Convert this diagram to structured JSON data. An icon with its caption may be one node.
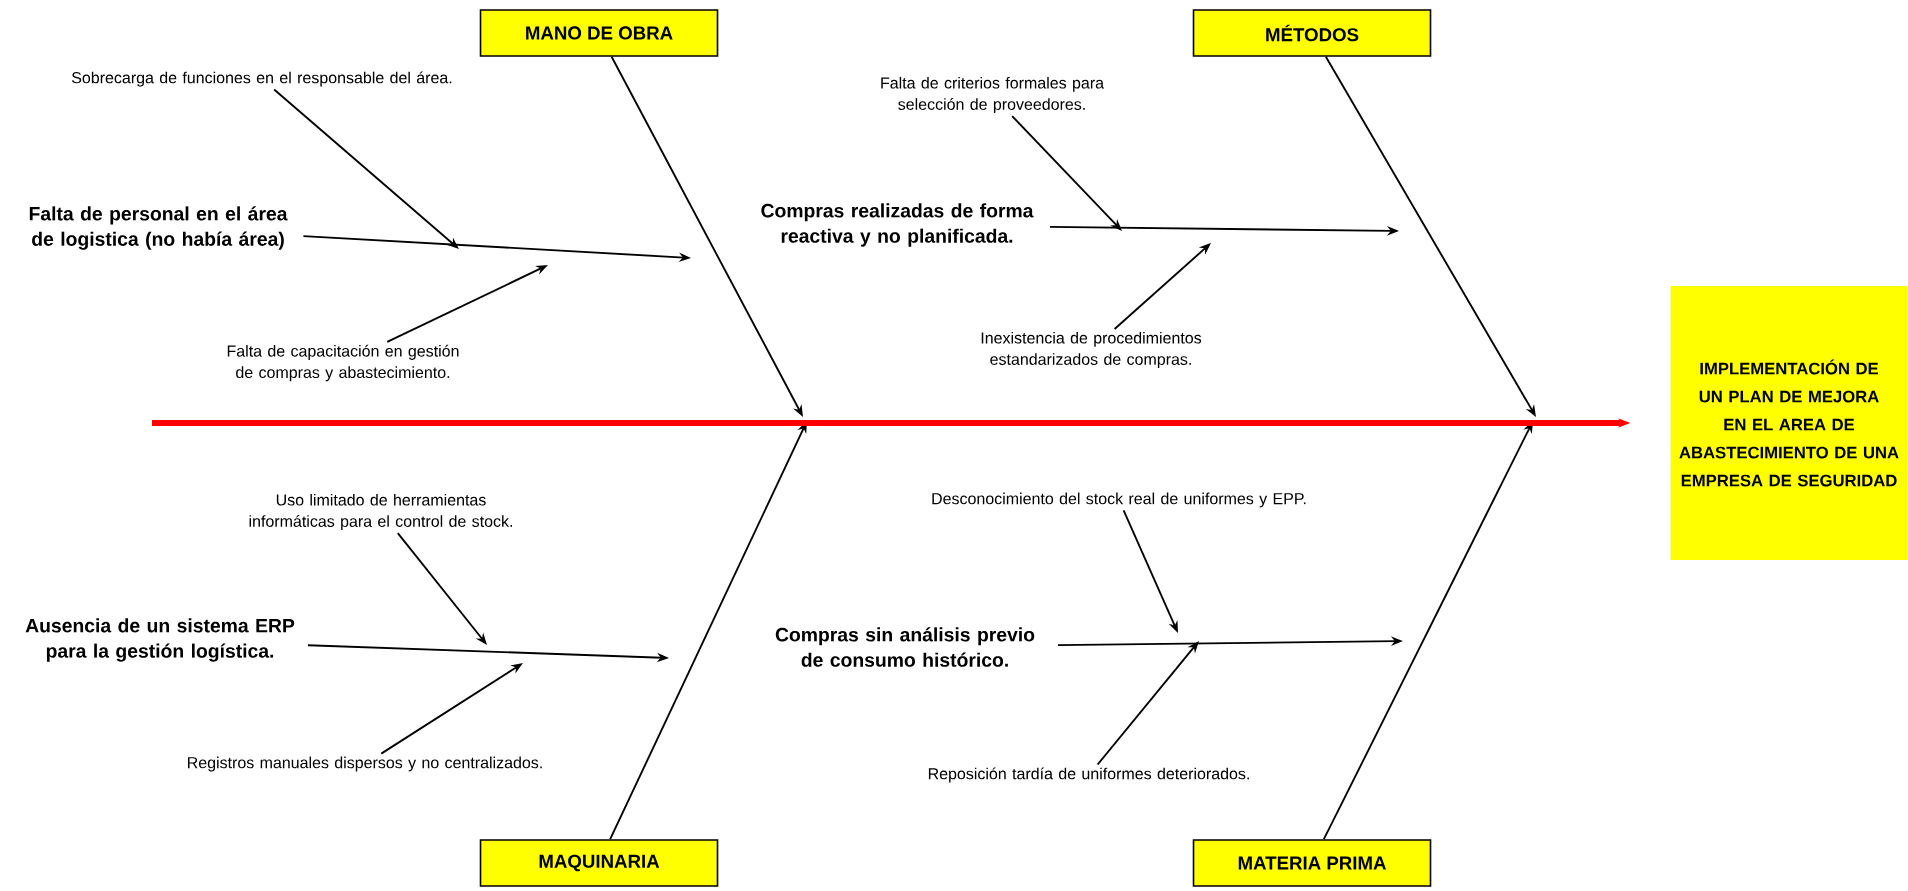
{
  "diagram": {
    "nodes": [
      {
        "text": [
          "MANO DE OBRA"
        ]
      },
      {
        "text": [
          "MÉTODOS"
        ]
      },
      {
        "text": [
          "Sobrecarga de funciones en el responsable del área."
        ]
      },
      {
        "text": [
          "Falta de criterios formales para selección de proveedores."
        ]
      },
      {
        "text": [
          "Falta de personal en el área de logistica (no había área)"
        ]
      },
      {
        "text": [
          "Compras realizadas de forma reactiva y no planificada."
        ]
      },
      {
        "text": [
          "Falta de capacitación en gestión de compras y abastecimiento."
        ]
      },
      {
        "text": [
          "Inexistencia de procedimientos estandarizados de compras."
        ]
      },
      {
        "text": [
          "IMPLEMENTACIÓN DE UN PLAN DE MEJORA EN EL AREA DE ABASTECIMIENTO DE UNA EMPRESA DE SEGURIDAD"
        ]
      },
      {
        "text": [
          "Uso limitado de herramientas informáticas para el control de stock."
        ]
      },
      {
        "text": [
          "Desconocimiento del stock real de uniformes y EPP."
        ]
      },
      {
        "text": [
          "Ausencia de un sistema ERP para la gestión logística."
        ]
      },
      {
        "text": [
          "Compras sin análisis previo de consumo histórico."
        ]
      },
      {
        "text": [
          "Registros manuales dispersos y no centralizados."
        ]
      },
      {
        "text": [
          "Reposición tardía de uniformes deteriorados."
        ]
      },
      {
        "text": [
          "MAQUINARIA"
        ]
      },
      {
        "text": [
          "MATERIA PRIMA"
        ]
      }
    ],
    "edges": [
      {
        "from": 0,
        "to": null,
        "arrow": "to"
      },
      {
        "from": 1,
        "to": null,
        "arrow": "to"
      },
      {
        "from": 15,
        "to": null,
        "arrow": "to"
      },
      {
        "from": 16,
        "to": null,
        "arrow": "to"
      },
      {
        "from": null,
        "to": 8,
        "arrow": "to",
        "style": "thick",
        "color": "#ff0000"
      },
      {
        "from": 4,
        "to": null,
        "arrow": "to"
      },
      {
        "from": 5,
        "to": null,
        "arrow": "to"
      },
      {
        "from": 11,
        "to": null,
        "arrow": "to"
      },
      {
        "from": 12,
        "to": null,
        "arrow": "to"
      },
      {
        "from": 2,
        "to": null,
        "arrow": "to"
      },
      {
        "from": 3,
        "to": null,
        "arrow": "to"
      },
      {
        "from": 6,
        "to": null,
        "arrow": "to"
      },
      {
        "from": 7,
        "to": null,
        "arrow": "to"
      },
      {
        "from": 9,
        "to": null,
        "arrow": "to"
      },
      {
        "from": 10,
        "to": null,
        "arrow": "to"
      },
      {
        "from": 13,
        "to": null,
        "arrow": "to"
      },
      {
        "from": 14,
        "to": null,
        "arrow": "to"
      }
    ]
  }
}
